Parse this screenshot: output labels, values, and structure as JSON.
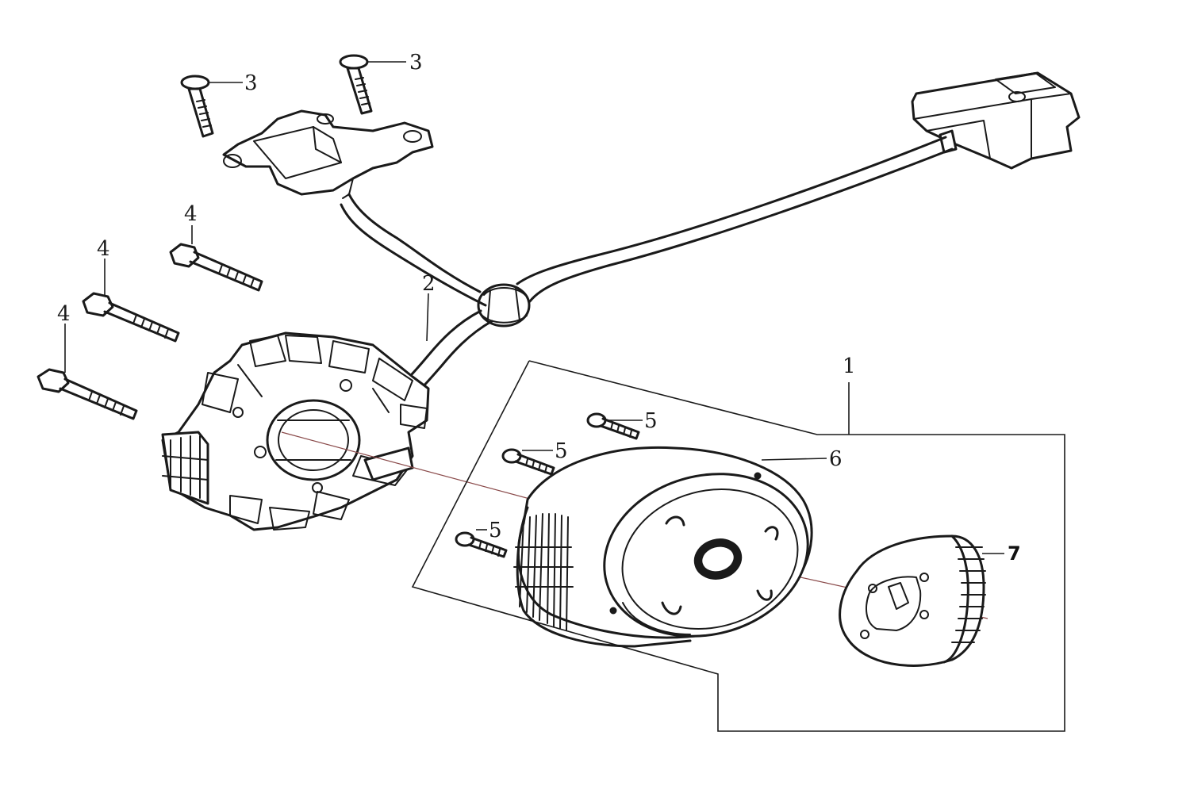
{
  "callouts": {
    "c1": "1",
    "c2": "2",
    "c3a": "3",
    "c3b": "3",
    "c4a": "4",
    "c4b": "4",
    "c4c": "4",
    "c5a": "5",
    "c5b": "5",
    "c5c": "5",
    "c6": "6",
    "c7": "7"
  },
  "parts": [
    {
      "ref": "1",
      "component": "flywheel-assembly-bracket"
    },
    {
      "ref": "2",
      "component": "wiring-harness"
    },
    {
      "ref": "3",
      "component": "pickup-coil-screw"
    },
    {
      "ref": "4",
      "component": "stator-bolt"
    },
    {
      "ref": "5",
      "component": "flywheel-screw"
    },
    {
      "ref": "6",
      "component": "flywheel-rotor"
    },
    {
      "ref": "7",
      "component": "starter-clutch-plate"
    }
  ]
}
